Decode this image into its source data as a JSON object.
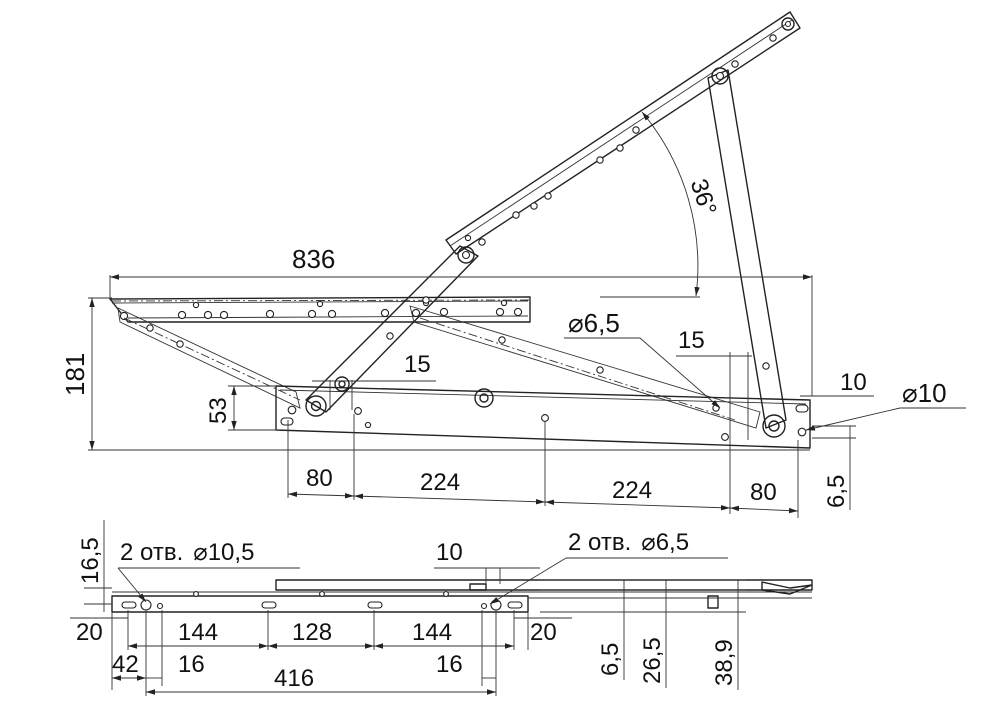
{
  "dimensions": {
    "d836": "836",
    "d181": "181",
    "d53": "53",
    "d36": "36°",
    "hole_6_5": "6,5",
    "d15_left": "15",
    "d15_right": "15",
    "d10": "10",
    "hole_10": "10",
    "d80_left": "80",
    "d224_left": "224",
    "d224_right": "224",
    "d80_right": "80",
    "d6_5_side": "6,5"
  },
  "bottom_view": {
    "d16_5": "16,5",
    "holes_10_5": "2 отв.",
    "holes_10_5_size": "10,5",
    "d10": "10",
    "holes_6_5": "2 отв.",
    "holes_6_5_size": "6,5",
    "d20_left": "20",
    "d144_left": "144",
    "d128": "128",
    "d144_right": "144",
    "d20_right": "20",
    "d42": "42",
    "d16_left": "16",
    "d416": "416",
    "d16_right": "16",
    "d6_5": "6,5",
    "d26_5": "26,5",
    "d38_9": "38,9"
  },
  "symbols": {
    "diameter": "⌀"
  }
}
